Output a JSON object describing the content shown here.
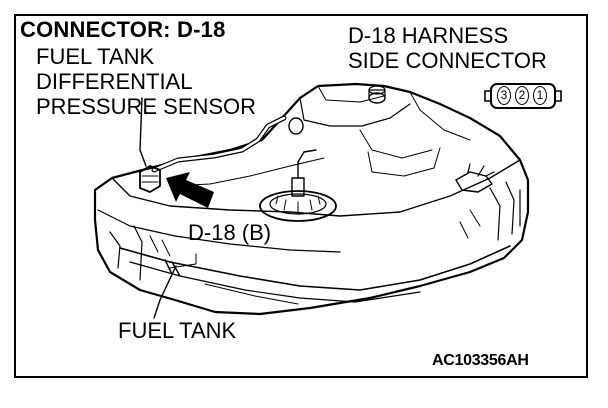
{
  "title": "CONNECTOR: D-18",
  "component_lines": [
    "FUEL TANK",
    "DIFFERENTIAL",
    "PRESSURE SENSOR"
  ],
  "harness_lines": [
    "D-18 HARNESS",
    "SIDE CONNECTOR"
  ],
  "connector_pins": [
    "3",
    "2",
    "1"
  ],
  "callout_connector": "D-18 (B)",
  "callout_tank": "FUEL TANK",
  "figure_code": "AC103356AH",
  "colors": {
    "line": "#000000",
    "background": "#ffffff"
  }
}
